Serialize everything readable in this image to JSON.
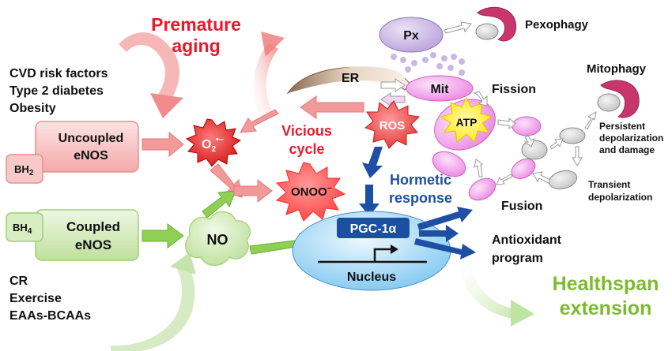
{
  "risk_factors": [
    "CVD risk factors",
    "Type 2 diabetes",
    "Obesity"
  ],
  "interventions": [
    "CR",
    "Exercise",
    "EAAs-BCAAs"
  ],
  "uncoupled_enos": {
    "line1": "Uncoupled",
    "line2": "eNOS",
    "cofactor_main": "BH",
    "cofactor_sub": "2"
  },
  "coupled_enos": {
    "line1": "Coupled",
    "line2": "eNOS",
    "cofactor_main": "BH",
    "cofactor_sub": "4"
  },
  "superoxide": {
    "main": "O",
    "sub": "2",
    "sup": "•–"
  },
  "peroxynitrite": {
    "main": "ONOO",
    "sup": "–"
  },
  "no": "NO",
  "premature_aging": [
    "Premature",
    "aging"
  ],
  "vicious_cycle": [
    "Vicious",
    "cycle"
  ],
  "ros": "ROS",
  "hormetic_response": [
    "Hormetic",
    "response"
  ],
  "pgc": "PGC-1α",
  "nucleus": "Nucleus",
  "er": "ER",
  "px": "Px",
  "mit": "Mit",
  "atp": "ATP",
  "pexophagy": "Pexophagy",
  "mitophagy": "Mitophagy",
  "fission": "Fission",
  "fusion": "Fusion",
  "persistent": [
    "Persistent",
    "depolarization",
    "and damage"
  ],
  "transient": [
    "Transient",
    "depolarization"
  ],
  "antioxidant": [
    "Antioxidant",
    "program"
  ],
  "healthspan": [
    "Healthspan",
    "extension"
  ],
  "colors": {
    "red_text": "#e8192c",
    "blue_text": "#1f4fa5",
    "green_text": "#7dbb2e",
    "pink_box": "#f7b7b7",
    "green_box": "#cfe7b4",
    "magenta": "#c8366c",
    "pgc_box": "#1b4fa0"
  }
}
